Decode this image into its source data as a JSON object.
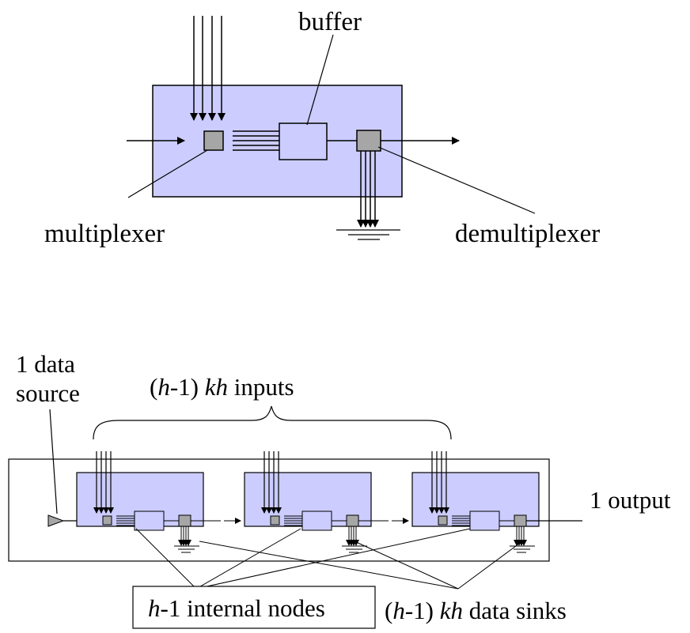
{
  "top_detail": {
    "buffer_label": "buffer",
    "multiplexer_label": "multiplexer",
    "demultiplexer_label": "demultiplexer"
  },
  "bottom_chain": {
    "source_label_line1": "1 data",
    "source_label_line2": "source",
    "inputs_label": {
      "h": "h",
      "rest1": "-1) ",
      "kh": "kh",
      "rest2": " inputs"
    },
    "output_label": "1 output",
    "internal_nodes_label": {
      "h": "h",
      "rest": "-1 internal nodes"
    },
    "sinks_label": {
      "h": "h",
      "rest1": "-1) ",
      "kh": "kh",
      "rest2": " data sinks"
    }
  },
  "colors": {
    "node_fill": "#ccccff",
    "switch_fill": "#a6a6a6",
    "line": "#000000"
  }
}
